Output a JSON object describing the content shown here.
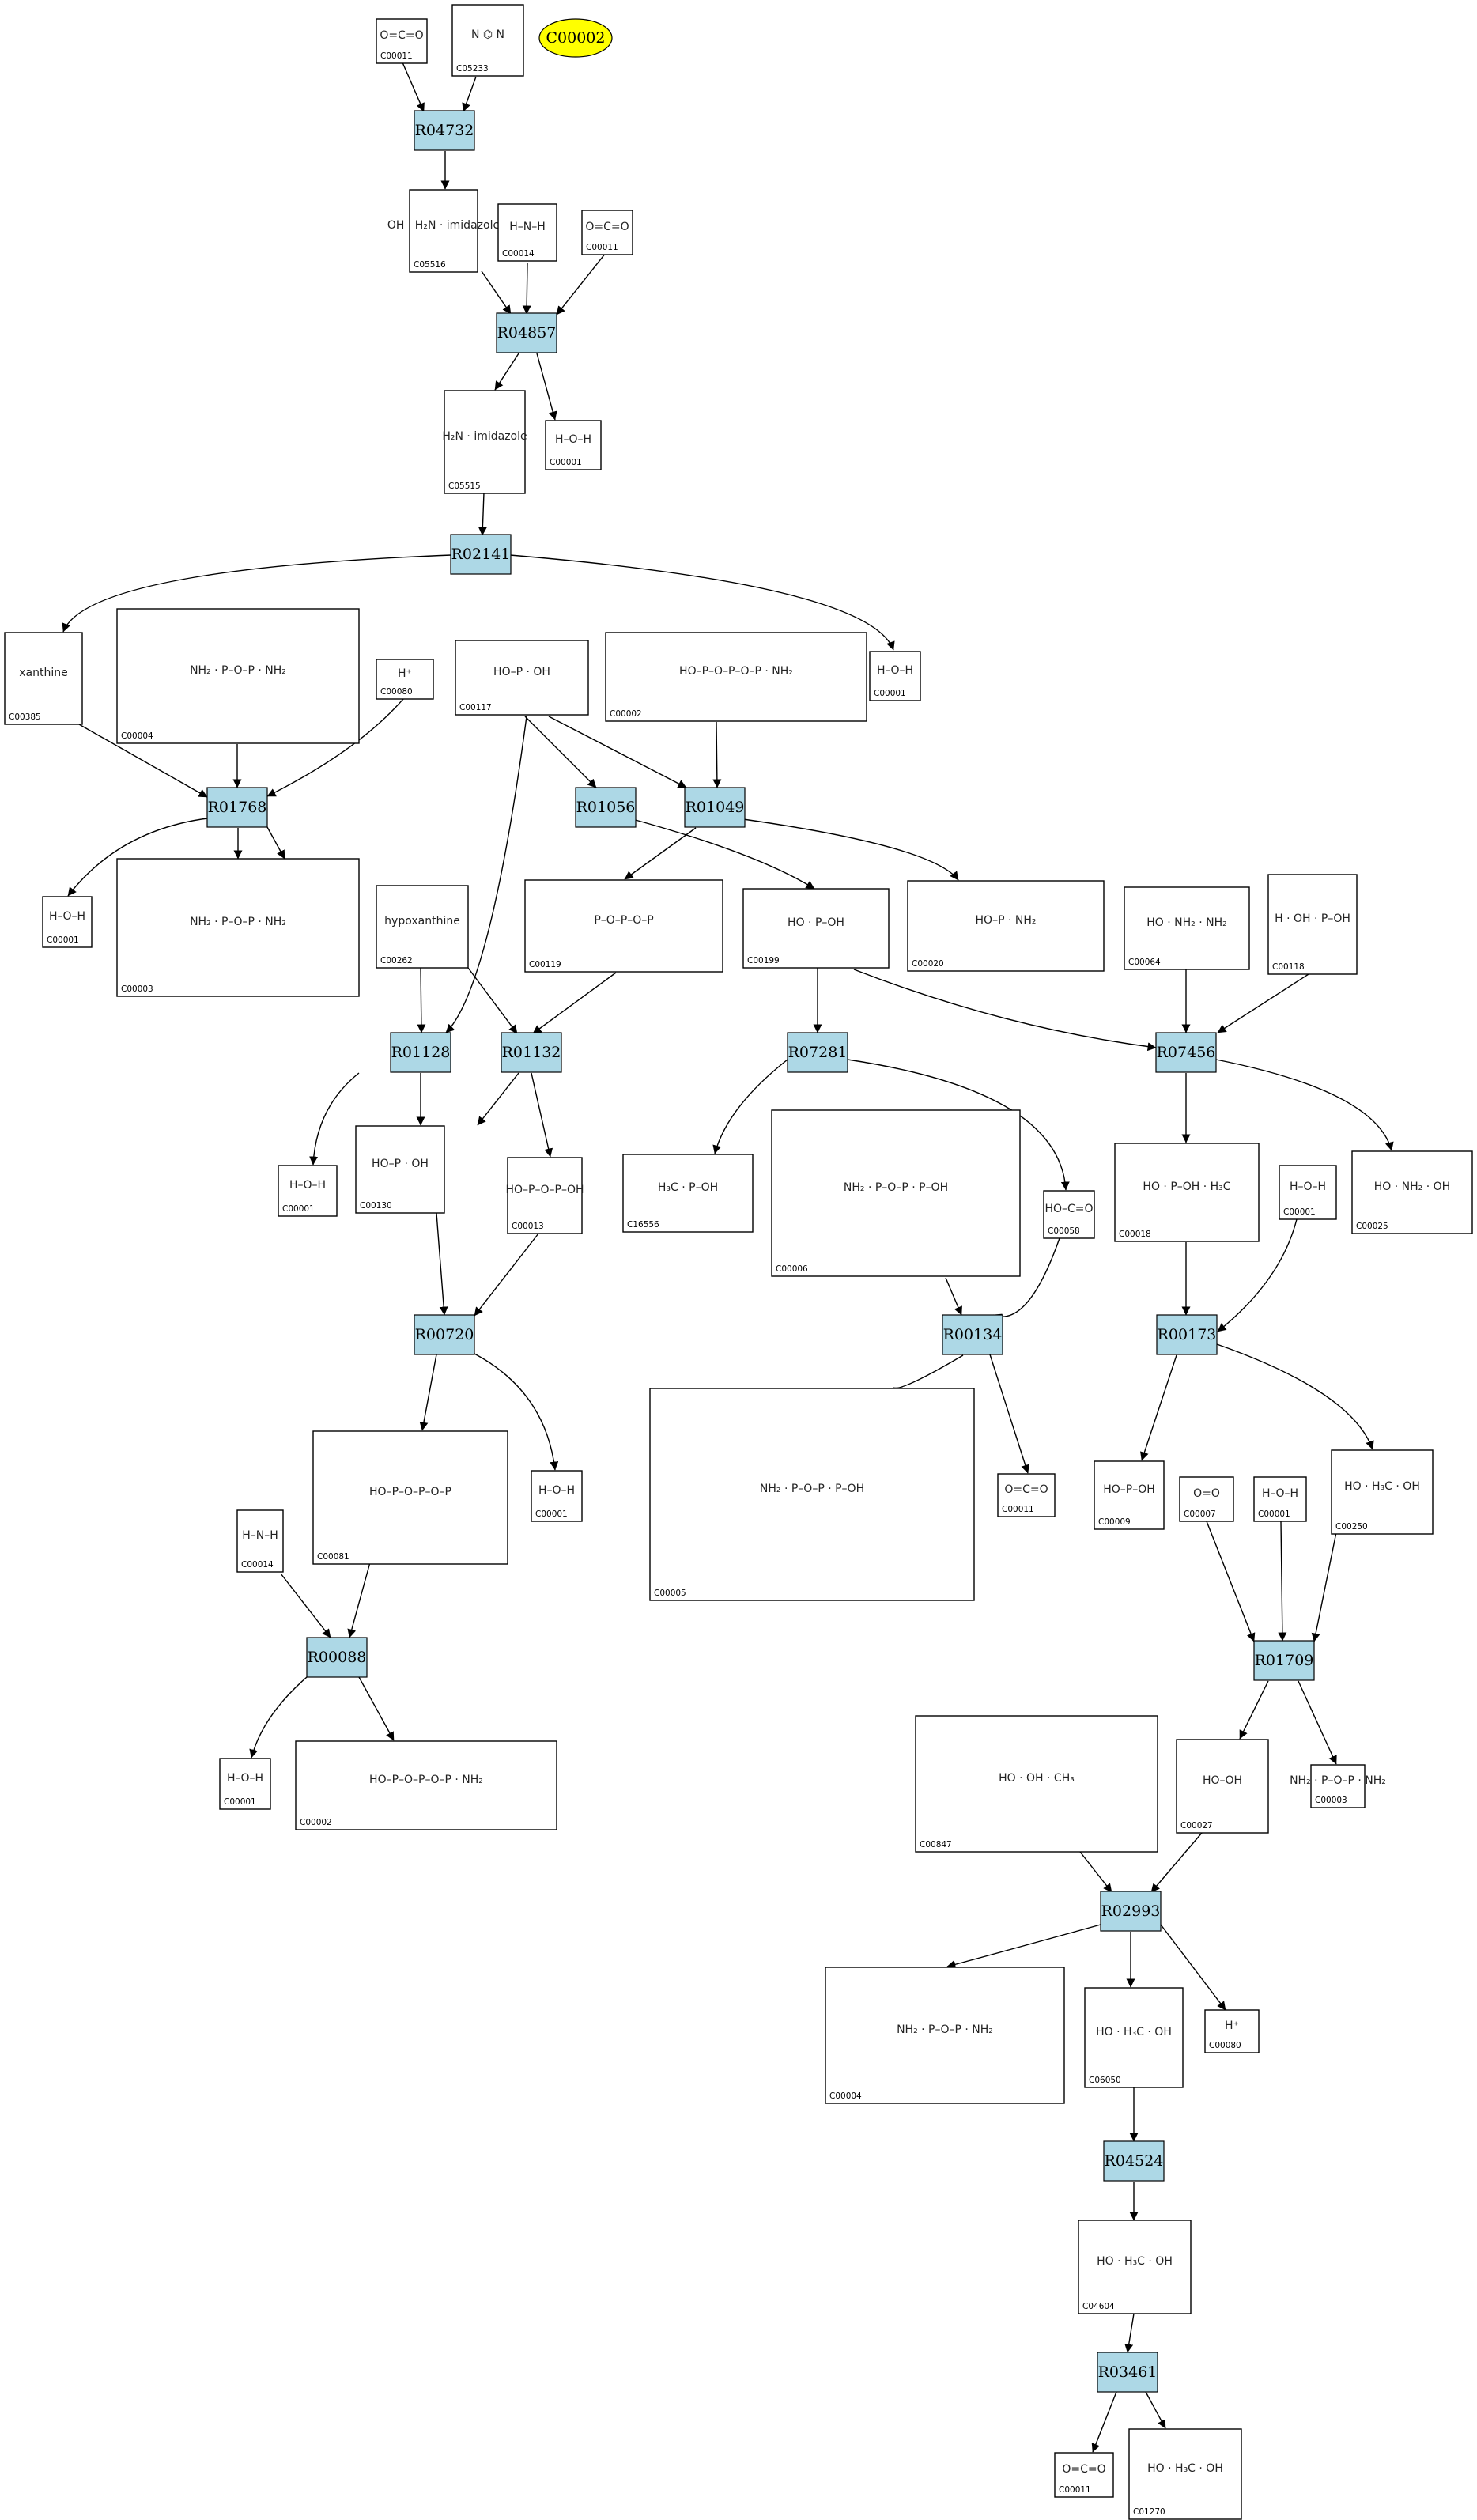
{
  "start_node": {
    "label": "C00002",
    "color": "#ffff00"
  },
  "colors": {
    "reaction_fill": "#add8e6",
    "start_fill": "#ffff00"
  },
  "reactions": [
    "R04732",
    "R04857",
    "R02141",
    "R01768",
    "R01056",
    "R01049",
    "R01128",
    "R01132",
    "R07281",
    "R07456",
    "R00720",
    "R00134",
    "R00173",
    "R00088",
    "R01709",
    "R02993",
    "R04524",
    "R03461"
  ],
  "compounds": [
    {
      "id": "C00011",
      "formula": "O=C=O"
    },
    {
      "id": "C05233",
      "formula": "N ⌬ N"
    },
    {
      "id": "C05516",
      "formula": "OH · H₂N · imidazole"
    },
    {
      "id": "C00014",
      "formula": "H–N–H"
    },
    {
      "id": "C00011",
      "formula": "O=C=O"
    },
    {
      "id": "C05515",
      "formula": "H₂N · imidazole"
    },
    {
      "id": "C00001",
      "formula": "H–O–H"
    },
    {
      "id": "C00385",
      "formula": "xanthine"
    },
    {
      "id": "C00004",
      "formula": "NH₂ · P–O–P · NH₂"
    },
    {
      "id": "C00080",
      "formula": "H⁺"
    },
    {
      "id": "C00117",
      "formula": "HO–P · OH"
    },
    {
      "id": "C00002",
      "formula": "HO–P–O–P–O–P · NH₂"
    },
    {
      "id": "C00001",
      "formula": "H–O–H"
    },
    {
      "id": "C00001",
      "formula": "H–O–H"
    },
    {
      "id": "C00003",
      "formula": "NH₂ · P–O–P · NH₂"
    },
    {
      "id": "C00262",
      "formula": "hypoxanthine"
    },
    {
      "id": "C00119",
      "formula": "P–O–P–O–P"
    },
    {
      "id": "C00199",
      "formula": "HO · P–OH"
    },
    {
      "id": "C00020",
      "formula": "HO–P · NH₂"
    },
    {
      "id": "C00064",
      "formula": "HO · NH₂ · NH₂"
    },
    {
      "id": "C00118",
      "formula": "H · OH · P–OH"
    },
    {
      "id": "C00001",
      "formula": "H–O–H"
    },
    {
      "id": "C00130",
      "formula": "HO–P · OH"
    },
    {
      "id": "C00013",
      "formula": "HO–P–O–P–OH"
    },
    {
      "id": "C16556",
      "formula": "H₃C · P–OH"
    },
    {
      "id": "C00006",
      "formula": "NH₂ · P–O–P · P–OH"
    },
    {
      "id": "C00058",
      "formula": "HO–C=O"
    },
    {
      "id": "C00018",
      "formula": "HO · P–OH · H₃C"
    },
    {
      "id": "C00001",
      "formula": "H–O–H"
    },
    {
      "id": "C00025",
      "formula": "HO · NH₂ · OH"
    },
    {
      "id": "C00001",
      "formula": "H–O–H"
    },
    {
      "id": "C00081",
      "formula": "HO–P–O–P–O–P"
    },
    {
      "id": "C00005",
      "formula": "NH₂ · P–O–P · P–OH"
    },
    {
      "id": "C00011",
      "formula": "O=C=O"
    },
    {
      "id": "C00009",
      "formula": "HO–P–OH"
    },
    {
      "id": "C00007",
      "formula": "O=O"
    },
    {
      "id": "C00001",
      "formula": "H–O–H"
    },
    {
      "id": "C00250",
      "formula": "HO · H₃C · OH"
    },
    {
      "id": "C00014",
      "formula": "H–N–H"
    },
    {
      "id": "C00001",
      "formula": "H–O–H"
    },
    {
      "id": "C00002",
      "formula": "HO–P–O–P–O–P · NH₂"
    },
    {
      "id": "C00847",
      "formula": "HO · OH · CH₃"
    },
    {
      "id": "C00027",
      "formula": "HO–OH"
    },
    {
      "id": "C00003",
      "formula": "NH₂ · P–O–P · NH₂"
    },
    {
      "id": "C00004",
      "formula": "NH₂ · P–O–P · NH₂"
    },
    {
      "id": "C06050",
      "formula": "HO · H₃C · OH"
    },
    {
      "id": "C00080",
      "formula": "H⁺"
    },
    {
      "id": "C04604",
      "formula": "HO · H₃C · OH"
    },
    {
      "id": "C00011",
      "formula": "O=C=O"
    },
    {
      "id": "C01270",
      "formula": "HO · H₃C · OH"
    }
  ]
}
